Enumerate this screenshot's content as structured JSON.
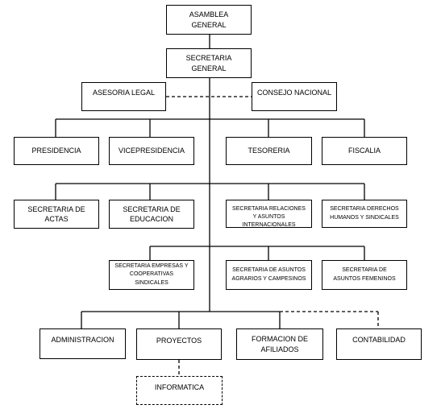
{
  "org_chart": {
    "asamblea": "ASAMBLEA\nGENERAL",
    "secretaria_general": "SECRETARIA\nGENERAL",
    "asesoria_legal": "ASESORIA LEGAL",
    "consejo_nacional": "CONSEJO NACIONAL",
    "presidencia": "PRESIDENCIA",
    "vicepresidencia": "VICEPRESIDENCIA",
    "tesoreria": "TESORERIA",
    "fiscalia": "FISCALIA",
    "secretaria_actas": "SECRETARIA DE\nACTAS",
    "secretaria_educacion": "SECRETARIA DE\nEDUCACION",
    "secretaria_relaciones": "SECRETARIA RELACIONES\nY ASUNTOS\nINTERNACIONALES",
    "secretaria_derechos": "SECRETARIA DERECHOS\nHUMANOS Y SINDICALES",
    "secretaria_empresas": "SECRETARIA EMPRESAS Y\nCOOPERATIVAS SINDICALES",
    "secretaria_agrarios": "SECRETARIA DE ASUNTOS\nAGRARIOS Y CAMPESINOS",
    "secretaria_femeninos": "SECRETARIA DE\nASUNTOS FEMENINOS",
    "administracion": "ADMINISTRACION",
    "proyectos": "PROYECTOS",
    "formacion": "FORMACION DE\nAFILIADOS",
    "contabilidad": "CONTABILIDAD",
    "informatica": "INFORMATICA"
  }
}
